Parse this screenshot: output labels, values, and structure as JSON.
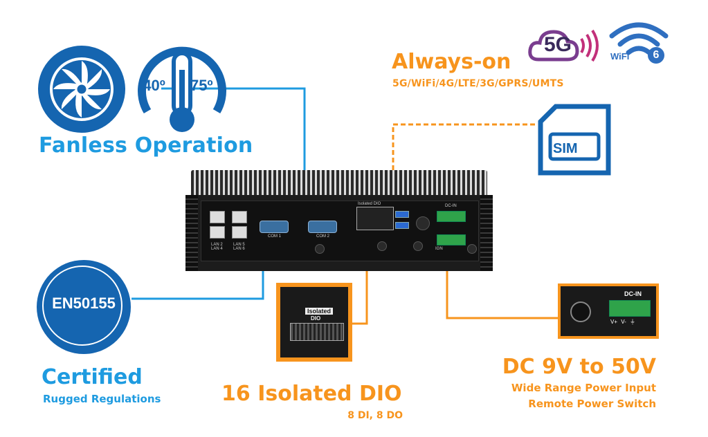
{
  "features": {
    "fanless": {
      "title": "Fanless Operation",
      "icon": "fan-icon"
    },
    "temperature": {
      "low": "-40º",
      "high": "75º",
      "icon": "thermometer-icon"
    },
    "certified": {
      "title": "Certified",
      "subtitle": "Rugged Regulations",
      "badge": "EN50155",
      "icon": "en50155-badge-icon"
    },
    "always_on": {
      "title": "Always-on",
      "subtitle": "5G/WiFi/4G/LTE/3G/GPRS/UMTS"
    },
    "fiveg": {
      "label": "5G",
      "icon": "5g-icon"
    },
    "wifi": {
      "label": "WiFi",
      "version": "6",
      "icon": "wifi6-icon"
    },
    "sim": {
      "label": "SIM",
      "icon": "sim-card-icon"
    },
    "dio": {
      "title": "16 Isolated DIO",
      "subtitle": "8 DI, 8 DO",
      "zoom_label": "Isolated",
      "zoom_sub": "DIO"
    },
    "dc": {
      "title": "DC 9V to 50V",
      "subtitle1": "Wide Range Power Input",
      "subtitle2": "Remote Power Switch",
      "zoom_label": "DC-IN",
      "zoom_pins": "V+ V- ⏚"
    }
  },
  "device_labels": {
    "com1": "COM 1",
    "com2": "COM 2",
    "lan24": "LAN 2\nLAN 4",
    "lan56": "LAN 5\nLAN 6",
    "dio": "Isolated DIO",
    "dcin": "DC-IN",
    "ign": "IGN"
  },
  "colors": {
    "blue": "#1e9be0",
    "dark_blue": "#1565b0",
    "orange": "#f7941d"
  }
}
